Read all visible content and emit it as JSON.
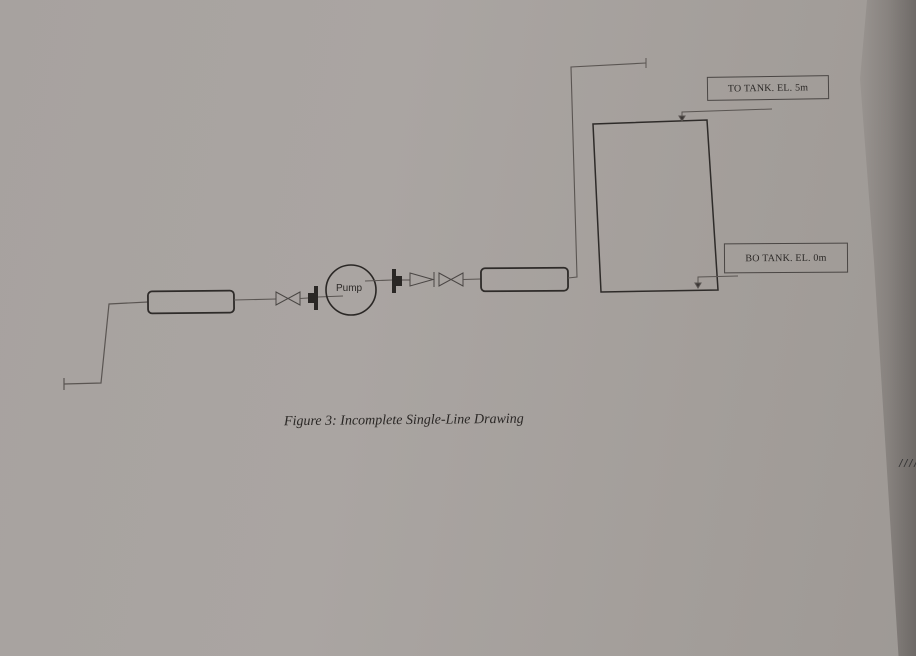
{
  "figure": {
    "caption": "Figure 3: Incomplete Single-Line Drawing",
    "labels": {
      "to_tank": "TO TANK. EL. 5m",
      "bo_tank": "BO TANK. EL. 0m",
      "pump": "Pump"
    },
    "components": [
      {
        "type": "suction-line-inlet"
      },
      {
        "type": "pipe-segment-suction"
      },
      {
        "type": "gate-valve-suction"
      },
      {
        "type": "flange-suction"
      },
      {
        "type": "pump",
        "label": "Pump"
      },
      {
        "type": "flange-discharge"
      },
      {
        "type": "check-valve"
      },
      {
        "type": "gate-valve-discharge"
      },
      {
        "type": "pipe-segment-discharge"
      },
      {
        "type": "riser-line"
      },
      {
        "type": "tank"
      },
      {
        "type": "top-inlet-arrow"
      },
      {
        "type": "bottom-outlet-arrow"
      }
    ]
  },
  "colors": {
    "paper": "#a7a29f",
    "line": "#3a3634",
    "thin_line": "#5a5552",
    "text": "#2a2725"
  }
}
